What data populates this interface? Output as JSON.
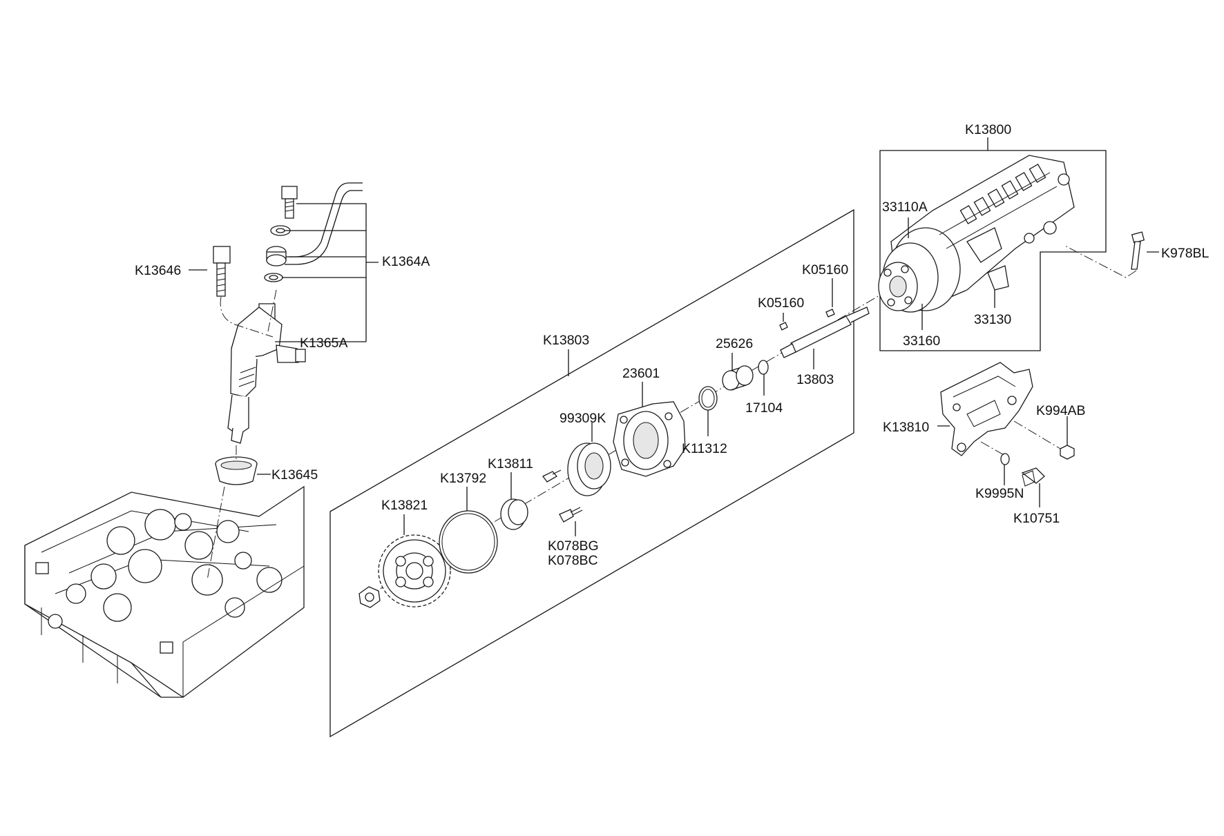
{
  "labels": {
    "k13800": "K13800",
    "k33110a": "33110A",
    "k978bl": "K978BL",
    "k33130": "33130",
    "k33160": "33160",
    "k1364a": "K1364A",
    "k13646": "K13646",
    "k1365a": "K1365A",
    "k13645": "K13645",
    "k13803_box": "K13803",
    "k05160_a": "K05160",
    "k05160_b": "K05160",
    "p25626": "25626",
    "p13803": "13803",
    "p23601": "23601",
    "p17104": "17104",
    "p99309k": "99309K",
    "k11312": "K11312",
    "k13811": "K13811",
    "k13792": "K13792",
    "k13821": "K13821",
    "k078bg": "K078BG",
    "k078bc": "K078BC",
    "k13810": "K13810",
    "k994ab": "K994AB",
    "k9995n": "K9995N",
    "k10751": "K10751"
  },
  "colors": {
    "line": "#111111",
    "background": "#ffffff",
    "shade": "#e6e6e6"
  }
}
